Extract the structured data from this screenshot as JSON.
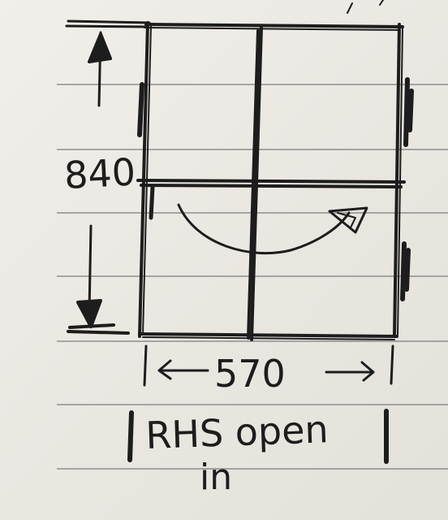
{
  "sketch": {
    "height_label": "840",
    "width_label": "570",
    "note_line1": "RHS open",
    "note_line2": "in"
  },
  "colors": {
    "paper": "#ece9e3",
    "ink": "#1d1d1d",
    "rule": "#7c7c80"
  }
}
